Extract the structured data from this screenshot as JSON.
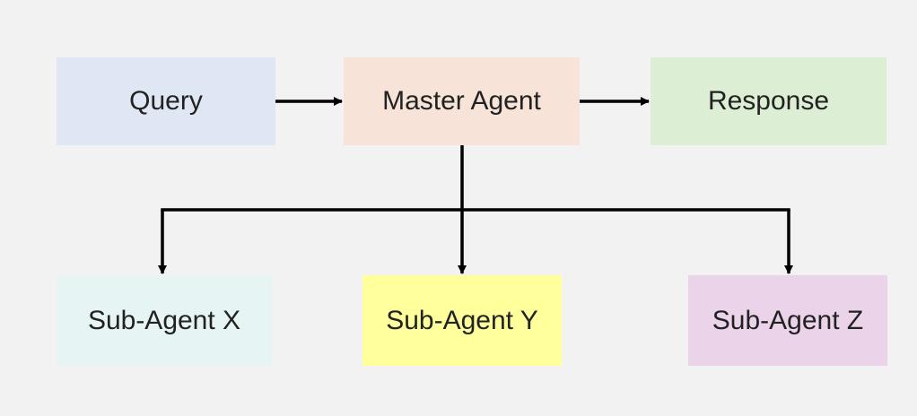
{
  "diagram": {
    "nodes": {
      "query": {
        "label": "Query",
        "color": "#dee7f3"
      },
      "master": {
        "label": "Master Agent",
        "color": "#f8e3d8"
      },
      "response": {
        "label": "Response",
        "color": "#dcefd4"
      },
      "sub_x": {
        "label": "Sub-Agent X",
        "color": "#e6f4f3"
      },
      "sub_y": {
        "label": "Sub-Agent Y",
        "color": "#ffff9b"
      },
      "sub_z": {
        "label": "Sub-Agent Z",
        "color": "#ebd3ea"
      }
    },
    "edges": [
      {
        "from": "query",
        "to": "master"
      },
      {
        "from": "master",
        "to": "response"
      },
      {
        "from": "master",
        "to": "sub_x"
      },
      {
        "from": "master",
        "to": "sub_y"
      },
      {
        "from": "master",
        "to": "sub_z"
      }
    ],
    "line_color": "#000000",
    "background": "#f2f2f2"
  }
}
